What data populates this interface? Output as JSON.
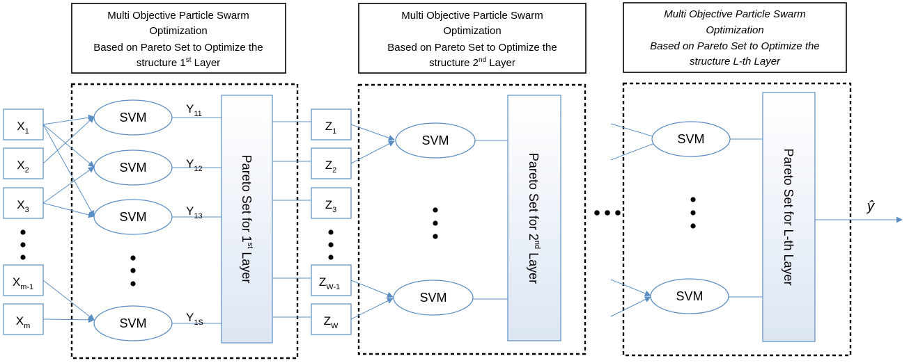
{
  "headers": {
    "layer1": {
      "line1": "Multi Objective Particle Swarm",
      "line2": "Optimization",
      "line3": "Based on Pareto Set to Optimize the",
      "line4_pre": "structure 1",
      "line4_sup": "st",
      "line4_post": " Layer"
    },
    "layer2": {
      "line1": "Multi Objective Particle Swarm",
      "line2": "Optimization",
      "line3": "Based on Pareto Set to Optimize the",
      "line4_pre": "structure 2",
      "line4_sup": "nd",
      "line4_post": " Layer"
    },
    "layerL": {
      "line1": "Multi Objective Particle Swarm",
      "line2": "Optimization",
      "line3": "Based on Pareto Set to Optimize the",
      "line4": "structure L-th Layer"
    }
  },
  "inputs": [
    {
      "base": "X",
      "sub": "1"
    },
    {
      "base": "X",
      "sub": "2"
    },
    {
      "base": "X",
      "sub": "3"
    },
    {
      "base": "X",
      "sub": "m-1"
    },
    {
      "base": "X",
      "sub": "m"
    }
  ],
  "svm_label": "SVM",
  "layer1_outputs": [
    {
      "base": "Y",
      "sub": "11"
    },
    {
      "base": "Y",
      "sub": "12"
    },
    {
      "base": "Y",
      "sub": "13"
    },
    {
      "base": "Y",
      "sub": "1S"
    }
  ],
  "z_nodes": [
    {
      "base": "Z",
      "sub": "1"
    },
    {
      "base": "Z",
      "sub": "2"
    },
    {
      "base": "Z",
      "sub": "3"
    },
    {
      "base": "Z",
      "sub": "W-1"
    },
    {
      "base": "Z",
      "sub": "W"
    }
  ],
  "pareto": {
    "layer1": {
      "pre": "Pareto Set for 1",
      "sup": "st",
      "post": " Layer"
    },
    "layer2": {
      "pre": "Pareto Set for 2",
      "sup": "nd",
      "post": " Layer"
    },
    "layerL": {
      "text": "Pareto Set for L-th Layer"
    }
  },
  "output_label": "ŷ"
}
